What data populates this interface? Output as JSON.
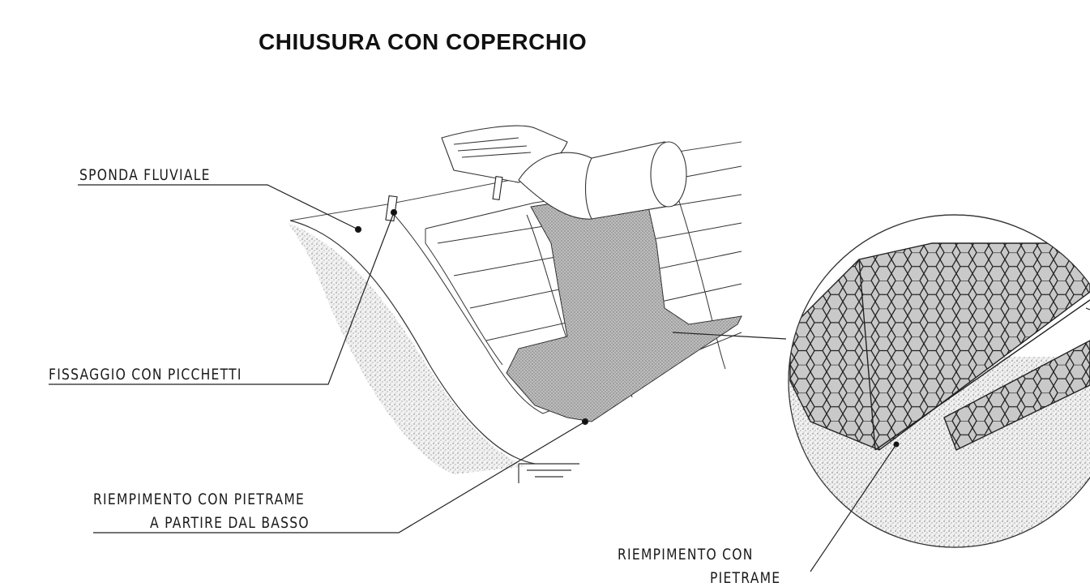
{
  "title": "CHIUSURA CON COPERCHIO",
  "labels": {
    "sponda": "SPONDA FLUVIALE",
    "fissaggio": "FISSAGGIO CON PICCHETTI",
    "riempimento_1": "RIEMPIMENTO CON PIETRAME",
    "riempimento_2": "A PARTIRE DAL BASSO",
    "detail_1": "RIEMPIMENTO CON",
    "detail_2": "PIETRAME"
  }
}
